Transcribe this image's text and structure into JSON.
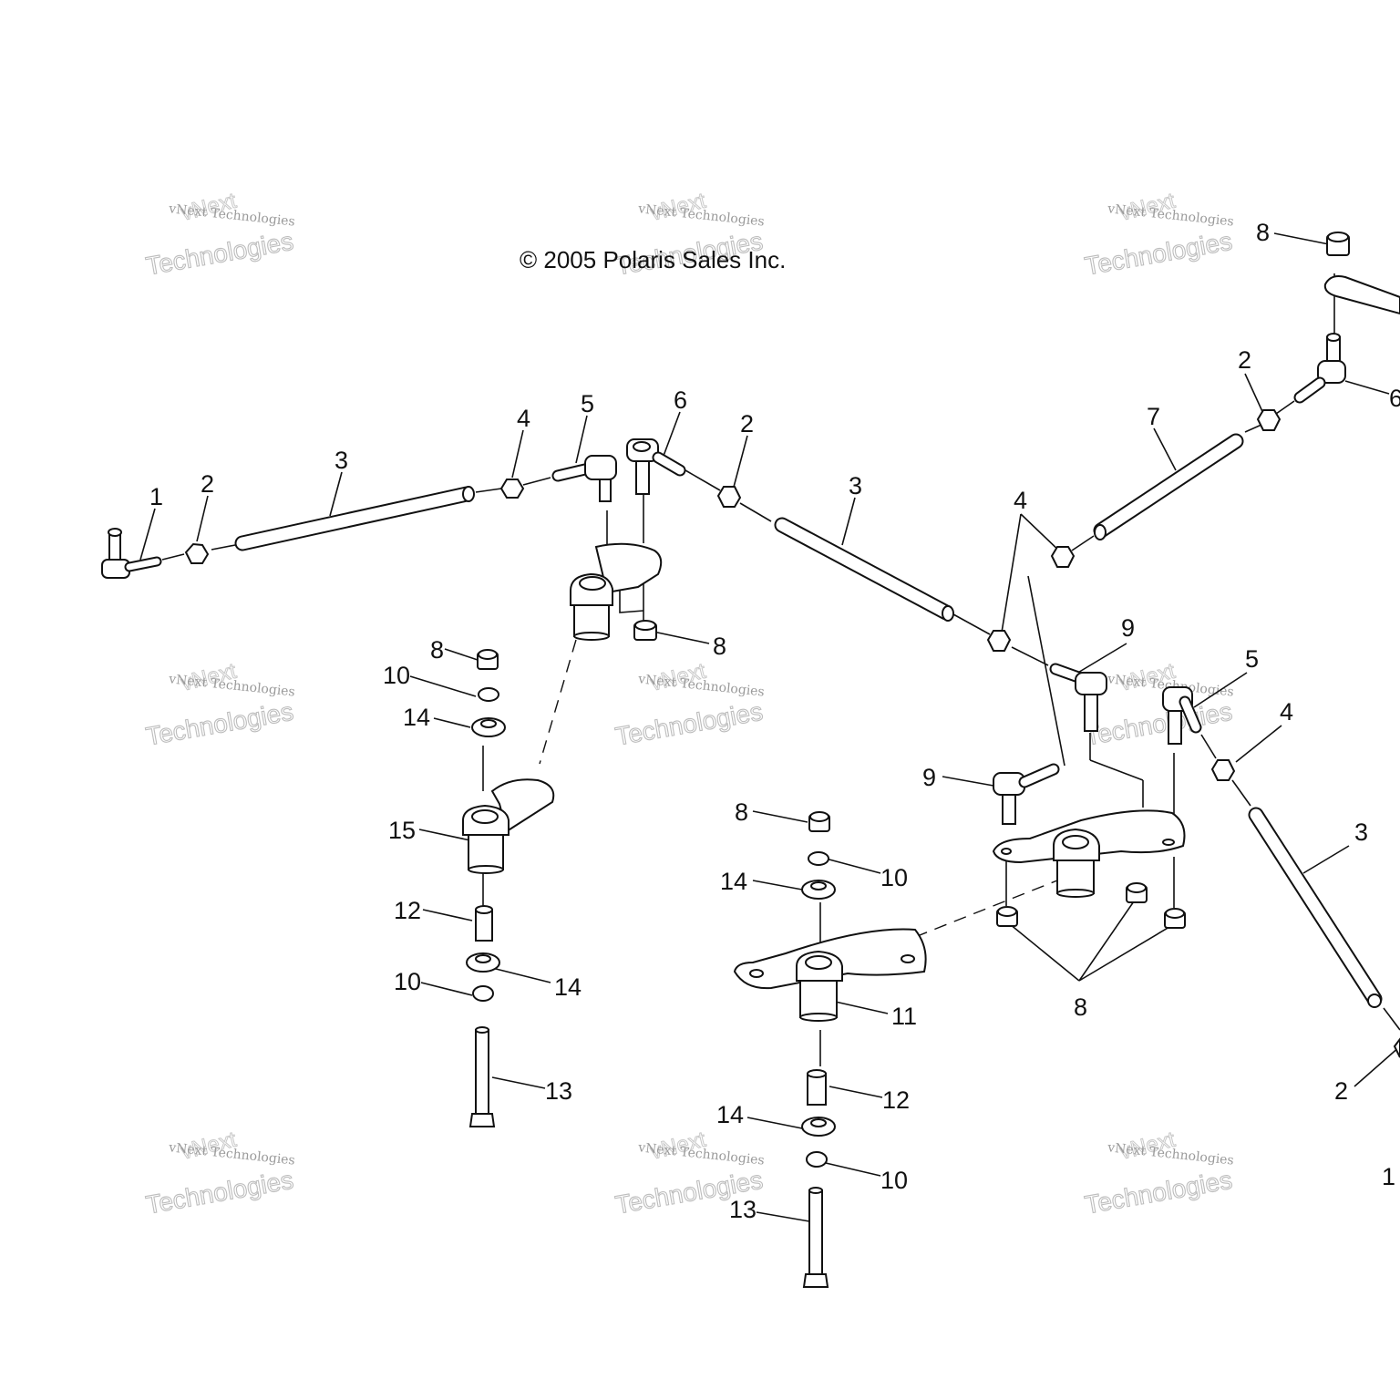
{
  "copyright": "© 2005 Polaris Sales Inc.",
  "watermark": {
    "small": "vNext Technologies",
    "brand": "vNext",
    "large": "Technologies"
  },
  "callouts": [
    "1",
    "2",
    "3",
    "4",
    "5",
    "6",
    "7",
    "8",
    "9",
    "10",
    "11",
    "12",
    "13",
    "14",
    "15"
  ],
  "truncated_callout": "1"
}
